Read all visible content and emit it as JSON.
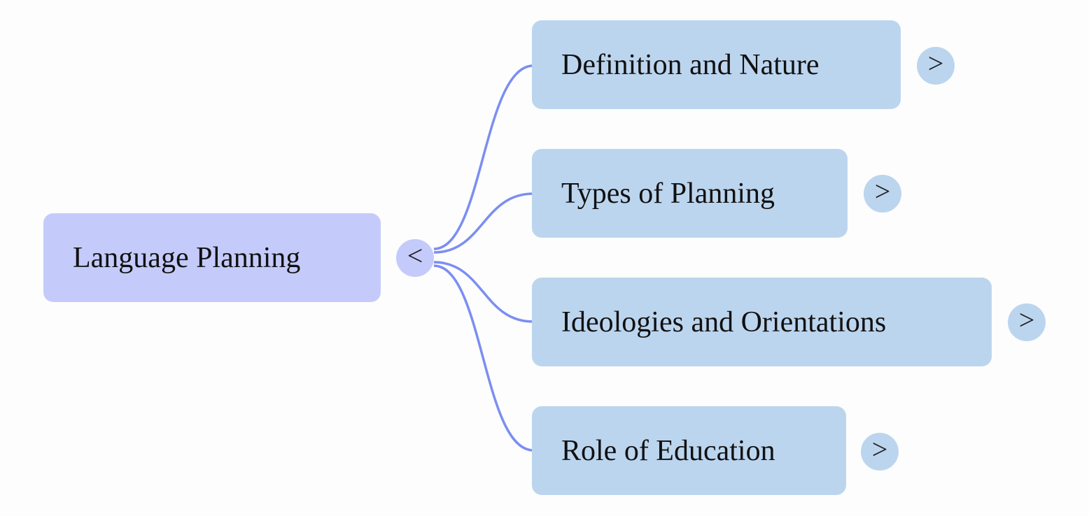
{
  "mindmap": {
    "root": {
      "label": "Language Planning",
      "toggle": "<"
    },
    "children": [
      {
        "label": "Definition and Nature",
        "toggle": ">"
      },
      {
        "label": "Types of Planning",
        "toggle": ">"
      },
      {
        "label": "Ideologies and Orientations",
        "toggle": ">"
      },
      {
        "label": "Role of Education",
        "toggle": ">"
      }
    ]
  },
  "colors": {
    "root_fill": "#c4cbfb",
    "child_fill": "#bcd5ef",
    "connector": "#7b8ef2",
    "background": "#fdfdfd"
  }
}
